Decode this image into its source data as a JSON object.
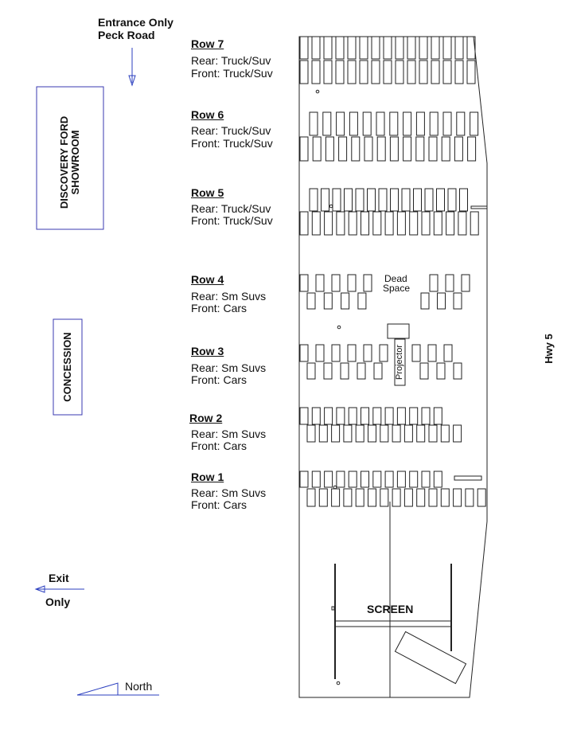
{
  "entrance": {
    "line1": "Entrance Only",
    "line2": "Peck Road"
  },
  "showroom": {
    "line1": "DISCOVERY FORD",
    "line2": "SHOWROOM"
  },
  "concession": "CONCESSION",
  "exit": {
    "line1": "Exit",
    "line2": "Only"
  },
  "north": "North",
  "highway": "Hwy 5",
  "dead_space": {
    "line1": "Dead",
    "line2": "Space"
  },
  "projector": "Projector",
  "screen": "SCREEN",
  "rows": [
    {
      "title": "Row 7",
      "rear": "Rear: Truck/Suv",
      "front": "Front:  Truck/Suv"
    },
    {
      "title": "Row 6",
      "rear": "Rear: Truck/Suv",
      "front": "Front:  Truck/Suv"
    },
    {
      "title": "Row 5",
      "rear": "Rear: Truck/Suv",
      "front": "Front:  Truck/Suv"
    },
    {
      "title": "Row 4",
      "rear": "Rear:  Sm Suvs",
      "front": "Front: Cars"
    },
    {
      "title": "Row 3",
      "rear": "Rear:  Sm Suvs",
      "front": "Front: Cars"
    },
    {
      "title": "Row 2",
      "rear": "Rear:  Sm Suvs",
      "front": "Front: Cars"
    },
    {
      "title": "Row 1",
      "rear": "Rear:  Sm Suvs",
      "front": "Front: Cars"
    }
  ],
  "colors": {
    "line": "#222222",
    "arrow": "#2b3fbf",
    "box_border": "#3a3ab0"
  }
}
